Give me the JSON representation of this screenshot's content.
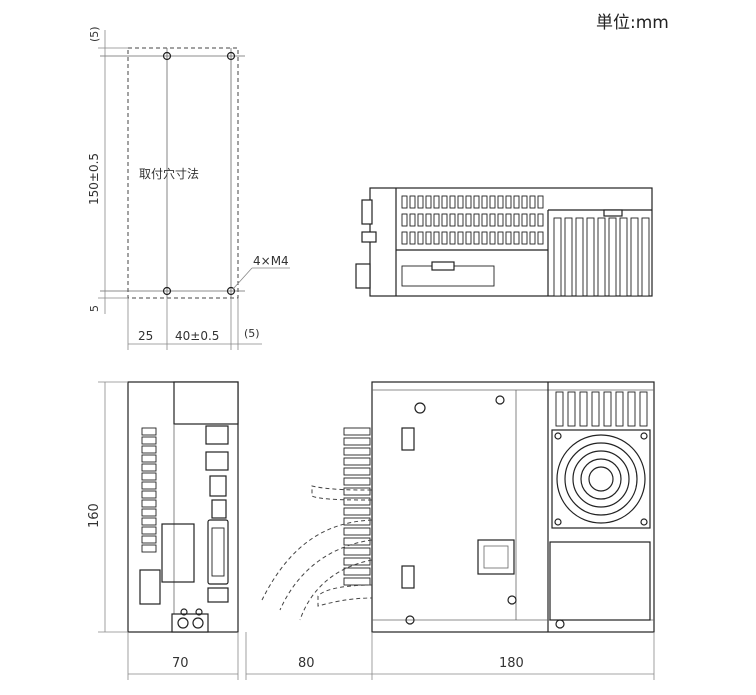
{
  "unit_label": "単位:mm",
  "mounting_view": {
    "hole_label": "取付穴寸法",
    "screw_label": "4×M4",
    "dim_top_margin": "(5)",
    "dim_height": "150±0.5",
    "dim_bottom_margin": "5",
    "dim_left": "25",
    "dim_pitch": "40±0.5",
    "dim_right_margin": "(5)"
  },
  "front_view": {
    "dim_height": "160",
    "dim_width": "70"
  },
  "side_view": {
    "dim_cable": "80",
    "dim_depth": "180"
  }
}
